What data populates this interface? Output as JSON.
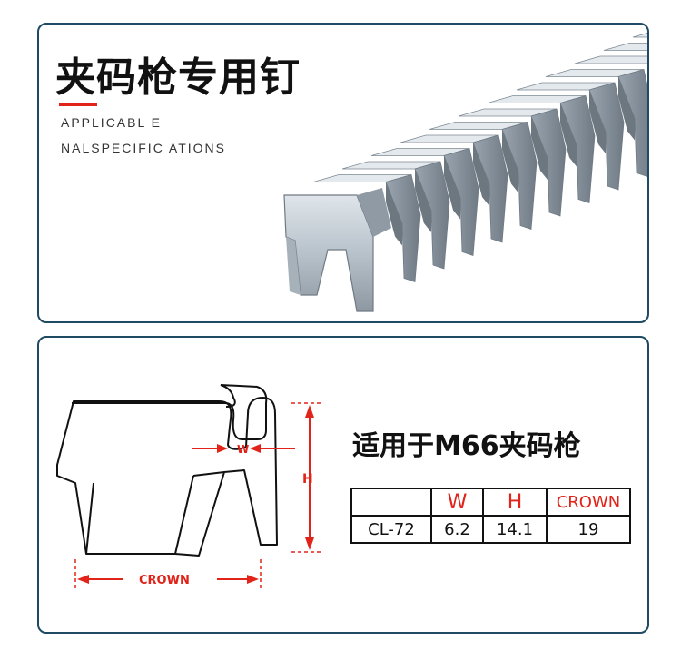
{
  "header": {
    "title": "夹码枪专用钉",
    "subtitle_line1": "APPLICABL E",
    "subtitle_line2": "NALSPECIFIC ATIONS"
  },
  "diagram": {
    "w_label": "W",
    "h_label": "H",
    "crown_label": "CROWN"
  },
  "spec": {
    "applicable_text": "适用于M66夹码枪",
    "headers": [
      "",
      "W",
      "H",
      "CROWN"
    ],
    "row": [
      "CL-72",
      "6.2",
      "14.1",
      "19"
    ]
  },
  "colors": {
    "border": "#1f4a63",
    "accent_red": "#e2231a",
    "clip_metal": "#b9c3cc"
  }
}
